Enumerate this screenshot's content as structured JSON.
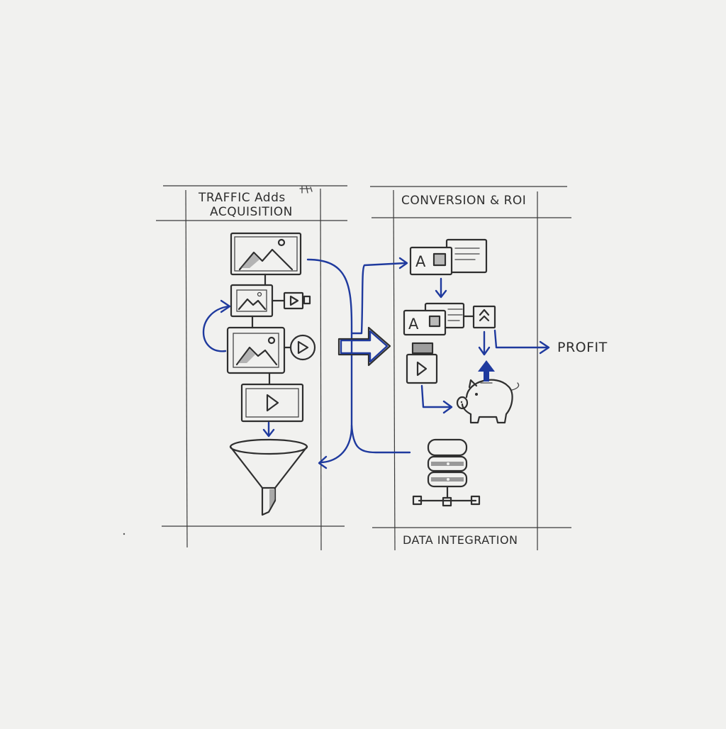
{
  "labels": {
    "left_header_line1": "TRAFFIC Adds",
    "left_header_line2": "ACQUISITION",
    "right_header": "CONVERSION & ROI",
    "profit": "PROFIT",
    "data_integration": "DATA INTEGRATION",
    "ad_letter_1": "A",
    "ad_letter_2": "A"
  },
  "colors": {
    "ink": "#2f2f2f",
    "pen_blue": "#1f3a9e",
    "paper": "#f1f1ef"
  },
  "icons": {
    "image_frame": "image-icon",
    "video_play": "play-icon",
    "funnel": "funnel-icon",
    "piggy_bank": "piggy-bank-icon",
    "database": "database-icon",
    "ad_card": "ad-card-icon"
  }
}
